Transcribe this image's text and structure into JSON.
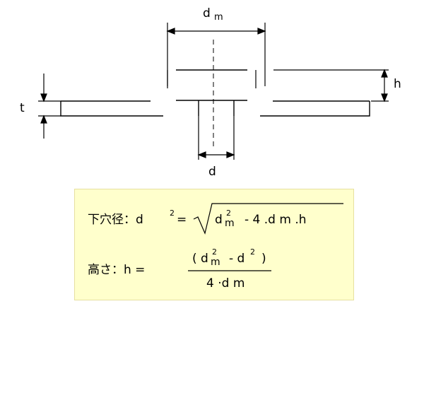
{
  "diagram": {
    "label_dm_base": "d",
    "label_dm_sub": "m",
    "label_h": "h",
    "label_t": "t",
    "label_d": "d"
  },
  "formula1": {
    "name": "下穴径：d",
    "sup": "2",
    "eq": "=",
    "root_d": "d",
    "root_sup": "2",
    "root_sub": "m",
    "root_rest": "- 4 .d m .h"
  },
  "formula2": {
    "name": "高さ：h =",
    "num_open": "( d",
    "num_sup": "2",
    "num_sub": "m",
    "num_mid": "- d",
    "num_sup2": "2",
    "num_close": ")",
    "den": "4 ·d m"
  }
}
